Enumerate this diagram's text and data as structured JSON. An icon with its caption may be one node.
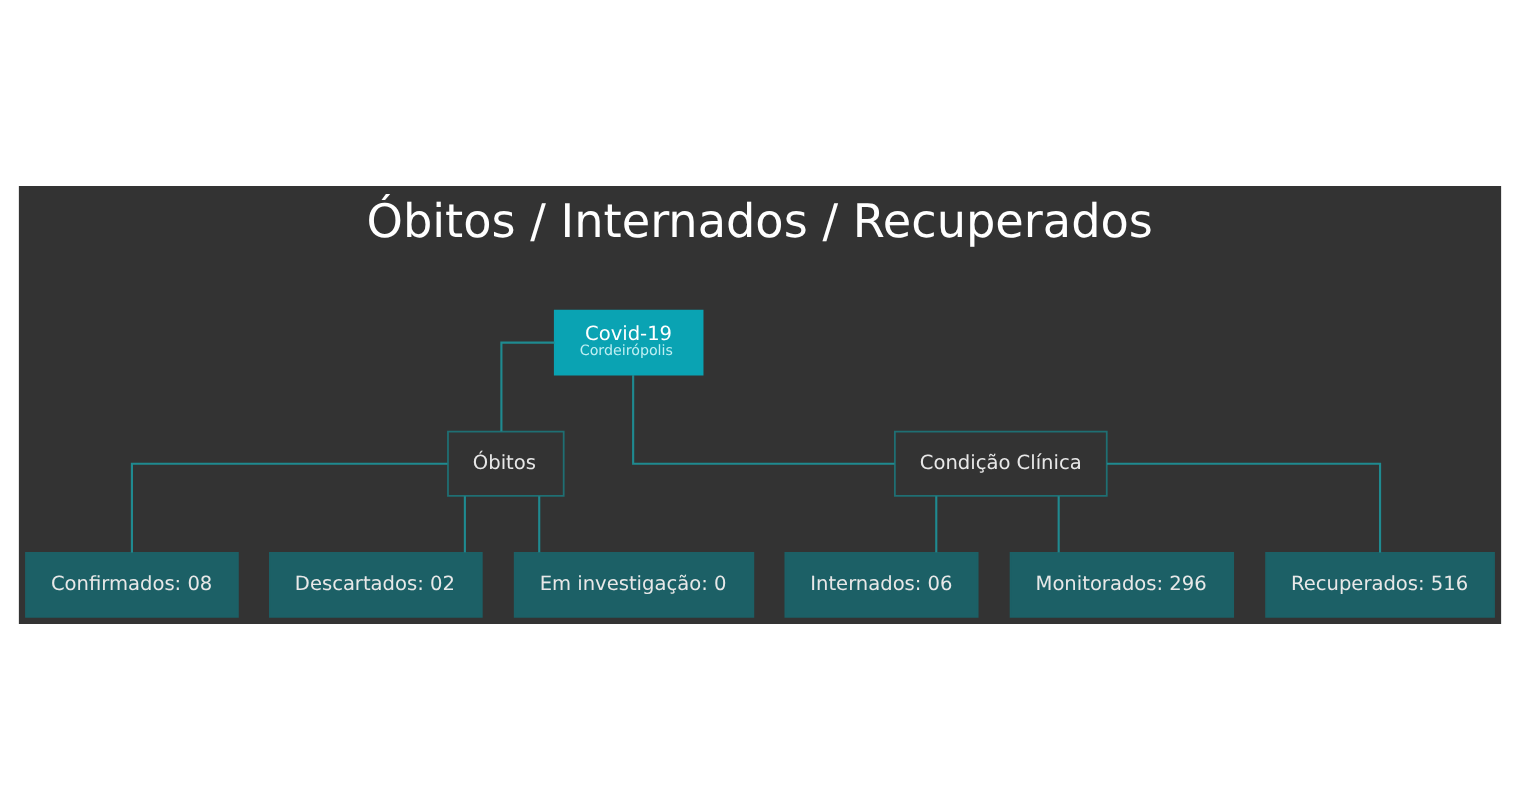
{
  "diagram": {
    "title": "Óbitos / Internados / Recuperados",
    "nodes": [
      {
        "text": [
          "Covid-19",
          "Cordeirópolis"
        ]
      },
      {
        "text": [
          "Óbitos"
        ]
      },
      {
        "text": [
          "Condição Clínica"
        ]
      },
      {
        "text": [
          "Confirmados: 08"
        ]
      },
      {
        "text": [
          "Descartados: 02"
        ]
      },
      {
        "text": [
          "Em investigação: 0"
        ]
      },
      {
        "text": [
          "Internados: 06"
        ]
      },
      {
        "text": [
          "Monitorados: 296"
        ]
      },
      {
        "text": [
          "Recuperados: 516"
        ]
      }
    ],
    "edges": [
      {
        "from": 0,
        "to": 1,
        "arrow": "none"
      },
      {
        "from": 0,
        "to": 2,
        "arrow": "none"
      },
      {
        "from": 1,
        "to": 3,
        "arrow": "none"
      },
      {
        "from": 1,
        "to": 4,
        "arrow": "none"
      },
      {
        "from": 1,
        "to": 5,
        "arrow": "none"
      },
      {
        "from": 2,
        "to": 6,
        "arrow": "none"
      },
      {
        "from": 2,
        "to": 7,
        "arrow": "none"
      },
      {
        "from": 2,
        "to": 8,
        "arrow": "none"
      }
    ]
  }
}
